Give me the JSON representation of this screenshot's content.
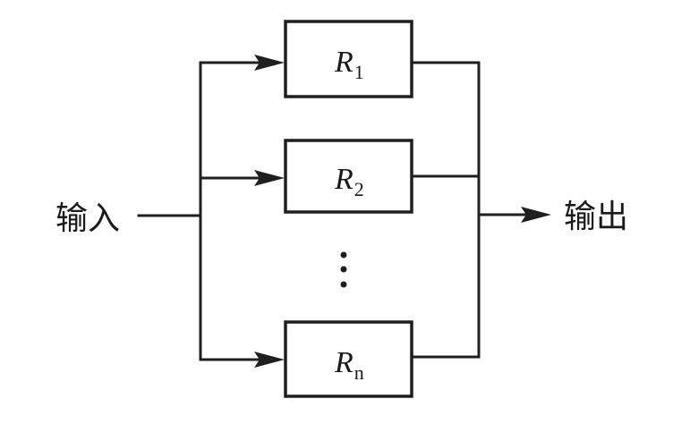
{
  "input_label": "输入",
  "output_label": "输出",
  "blocks": [
    {
      "symbol": "R",
      "subscript": "1"
    },
    {
      "symbol": "R",
      "subscript": "2"
    },
    {
      "symbol": "R",
      "subscript": "n"
    }
  ],
  "ellipsis": "⋮"
}
